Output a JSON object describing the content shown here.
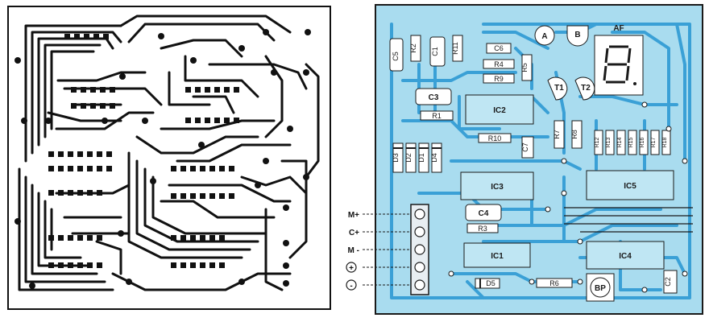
{
  "title": "",
  "right_panel": {
    "components": {
      "c5": "C5",
      "r2": "R2",
      "c1": "C1",
      "r11": "R11",
      "c6": "C6",
      "r4": "R4",
      "r9": "R9",
      "r5": "R5",
      "a": "A",
      "b": "B",
      "af": "AF",
      "t1": "T1",
      "t2": "T2",
      "c3": "C3",
      "ic2": "IC2",
      "r1": "R1",
      "r7": "R7",
      "r8": "R8",
      "r10": "R10",
      "c7": "C7",
      "ic3": "IC3",
      "ic5": "IC5",
      "c4": "C4",
      "r3": "R3",
      "ic1": "IC1",
      "ic4": "IC4",
      "d5": "D5",
      "r6": "R6",
      "bp": "BP",
      "c2": "C2",
      "d1": "D1",
      "d2": "D2",
      "d3": "D3",
      "d4": "D4",
      "r12": "R12",
      "r13": "R13",
      "r14": "R14",
      "r15": "R15",
      "r16": "R16",
      "r17": "R17",
      "r18": "R18"
    },
    "terminals": {
      "m_plus": "M+",
      "c_plus": "C+",
      "m_minus": "M -",
      "plus": "+",
      "minus": "-"
    },
    "colors": {
      "board": "#a9dcef",
      "track": "#3aa0d6",
      "outline": "#1a1a1a"
    }
  },
  "left_panel": {
    "colors": {
      "board": "#ffffff",
      "track": "#111111"
    }
  }
}
